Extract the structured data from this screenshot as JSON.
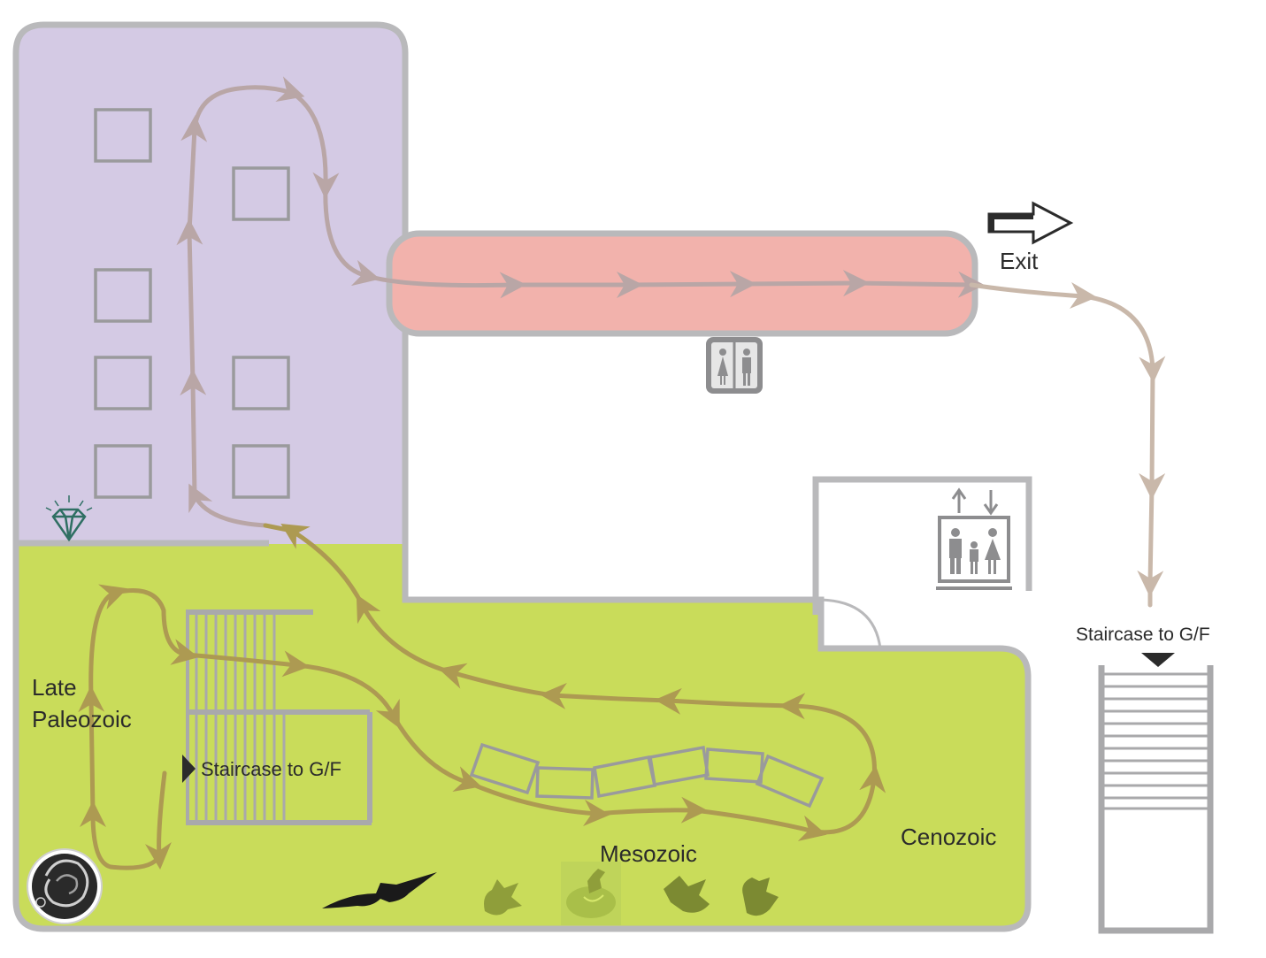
{
  "zones": {
    "late_paleozoic": {
      "line1": "Late",
      "line2": "Paleozoic",
      "color": "#c9dc5a"
    },
    "mesozoic": {
      "label": "Mesozoic",
      "color": "#c9dc5a"
    },
    "cenozoic": {
      "label": "Cenozoic",
      "color": "#c9dc5a"
    },
    "upper_gallery": {
      "color": "#d4cae4"
    },
    "corridor": {
      "color": "#f2b2ac"
    }
  },
  "labels": {
    "exit": "Exit",
    "staircase_inner": "Staircase to G/F",
    "staircase_outer": "Staircase to G/F"
  },
  "icons": [
    "gem-icon",
    "toilet-icon",
    "lift-icon",
    "exit-arrow-icon",
    "pterosaur-icon",
    "dinosaur-footprint-icon",
    "fossil-icon",
    "ammonite-icon"
  ],
  "colors": {
    "wall": "#b9b9bb",
    "route_purple": "#b9a6a6",
    "route_green": "#ad9a52",
    "route_outside": "#c9b8aa",
    "display_case": "#9a9a9c"
  }
}
